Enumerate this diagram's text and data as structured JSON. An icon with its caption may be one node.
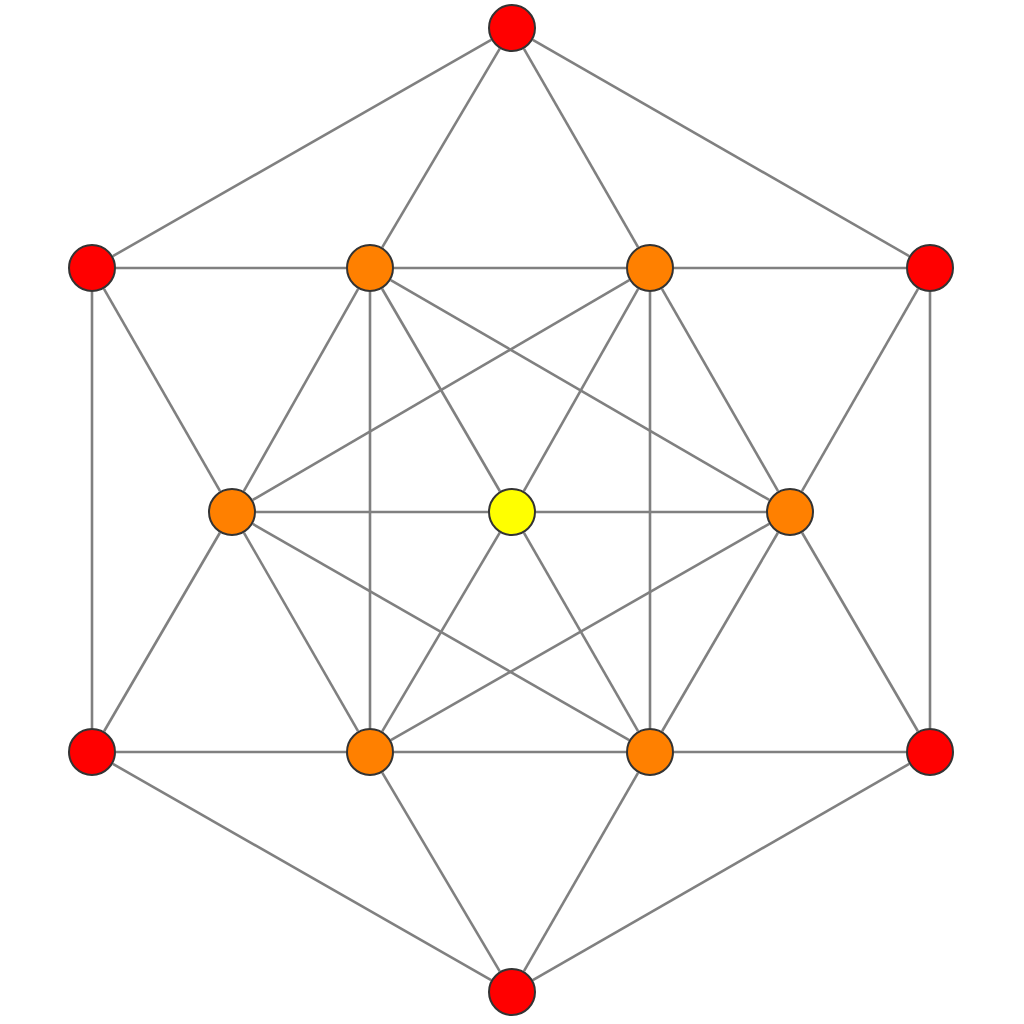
{
  "diagram": {
    "nodes": [
      {
        "text": [],
        "shape": "circle"
      },
      {
        "text": [],
        "shape": "circle"
      },
      {
        "text": [],
        "shape": "circle"
      },
      {
        "text": [],
        "shape": "circle"
      },
      {
        "text": [],
        "shape": "circle"
      },
      {
        "text": [],
        "shape": "circle"
      },
      {
        "text": [],
        "shape": "circle"
      },
      {
        "text": [],
        "shape": "circle"
      },
      {
        "text": [],
        "shape": "circle"
      },
      {
        "text": [],
        "shape": "circle"
      },
      {
        "text": [],
        "shape": "circle"
      },
      {
        "text": [],
        "shape": "circle"
      },
      {
        "text": [],
        "shape": "circle"
      }
    ],
    "edges": [
      {
        "from": 0,
        "to": 1,
        "arrow": "none"
      },
      {
        "from": 0,
        "to": 2,
        "arrow": "none"
      },
      {
        "from": 0,
        "to": 3,
        "arrow": "none"
      },
      {
        "from": 0,
        "to": 4,
        "arrow": "none"
      },
      {
        "from": 1,
        "to": 2,
        "arrow": "none"
      },
      {
        "from": 2,
        "to": 3,
        "arrow": "none"
      },
      {
        "from": 3,
        "to": 4,
        "arrow": "none"
      },
      {
        "from": 1,
        "to": 5,
        "arrow": "none"
      },
      {
        "from": 1,
        "to": 8,
        "arrow": "none"
      },
      {
        "from": 4,
        "to": 7,
        "arrow": "none"
      },
      {
        "from": 4,
        "to": 11,
        "arrow": "none"
      },
      {
        "from": 2,
        "to": 5,
        "arrow": "none"
      },
      {
        "from": 2,
        "to": 6,
        "arrow": "none"
      },
      {
        "from": 2,
        "to": 7,
        "arrow": "none"
      },
      {
        "from": 2,
        "to": 9,
        "arrow": "none"
      },
      {
        "from": 3,
        "to": 5,
        "arrow": "none"
      },
      {
        "from": 3,
        "to": 6,
        "arrow": "none"
      },
      {
        "from": 3,
        "to": 7,
        "arrow": "none"
      },
      {
        "from": 3,
        "to": 10,
        "arrow": "none"
      },
      {
        "from": 5,
        "to": 6,
        "arrow": "none"
      },
      {
        "from": 6,
        "to": 7,
        "arrow": "none"
      },
      {
        "from": 6,
        "to": 9,
        "arrow": "none"
      },
      {
        "from": 6,
        "to": 10,
        "arrow": "none"
      },
      {
        "from": 5,
        "to": 8,
        "arrow": "none"
      },
      {
        "from": 5,
        "to": 9,
        "arrow": "none"
      },
      {
        "from": 5,
        "to": 10,
        "arrow": "none"
      },
      {
        "from": 7,
        "to": 9,
        "arrow": "none"
      },
      {
        "from": 7,
        "to": 10,
        "arrow": "none"
      },
      {
        "from": 7,
        "to": 11,
        "arrow": "none"
      },
      {
        "from": 8,
        "to": 9,
        "arrow": "none"
      },
      {
        "from": 9,
        "to": 10,
        "arrow": "none"
      },
      {
        "from": 10,
        "to": 11,
        "arrow": "none"
      },
      {
        "from": 8,
        "to": 12,
        "arrow": "none"
      },
      {
        "from": 9,
        "to": 12,
        "arrow": "none"
      },
      {
        "from": 10,
        "to": 12,
        "arrow": "none"
      },
      {
        "from": 11,
        "to": 12,
        "arrow": "none"
      }
    ]
  }
}
